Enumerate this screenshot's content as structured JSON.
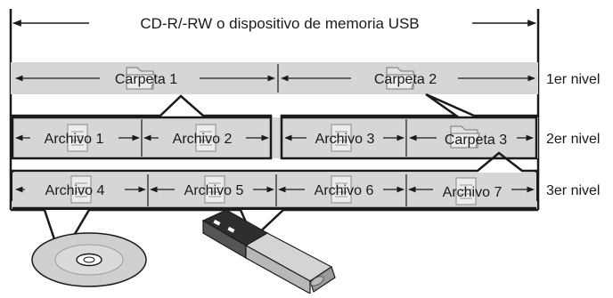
{
  "diagram": {
    "title": "CD-R/-RW o dispositivo de memoria USB",
    "levels": [
      {
        "label": "1er nivel",
        "items": [
          "Carpeta 1",
          "Carpeta 2"
        ]
      },
      {
        "label": "2er nivel",
        "items": [
          "Archivo 1",
          "Archivo 2",
          "Archivo 3",
          "Carpeta 3"
        ]
      },
      {
        "label": "3er nivel",
        "items": [
          "Archivo 4",
          "Archivo 5",
          "Archivo 6",
          "Archivo 7"
        ]
      }
    ],
    "colors": {
      "band": "#d6d6d6",
      "line": "#1a1a1a",
      "disc": "#cfcfcf",
      "usb_body": "#c8c8c8",
      "usb_connector": "#3a3a3a"
    },
    "icons": [
      "folder-icon",
      "file-icon",
      "cd-disc-icon",
      "usb-drive-icon"
    ]
  }
}
